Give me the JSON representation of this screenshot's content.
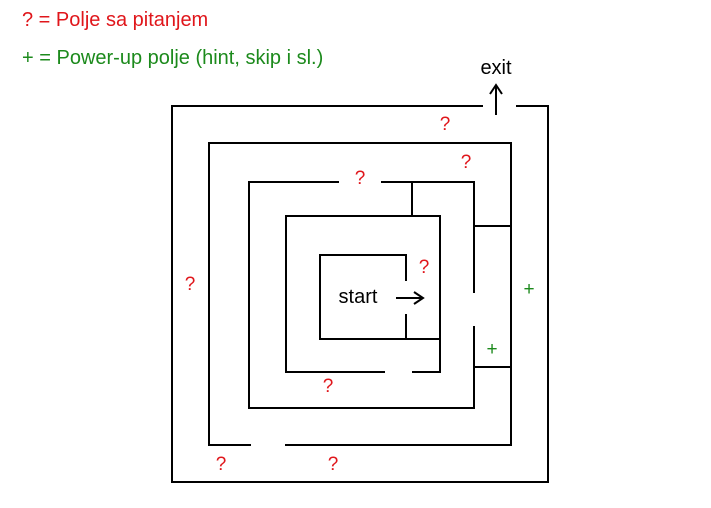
{
  "legend": {
    "question": "? = Polje sa pitanjem",
    "powerup": "+ = Power-up polje (hint, skip i sl.)"
  },
  "labels": {
    "exit": "exit",
    "start": "start"
  },
  "marks": {
    "question_symbol": "?",
    "powerup_symbol": "+"
  },
  "colors": {
    "question": "#e0161b",
    "powerup": "#1c8a1c",
    "wall": "#000000"
  }
}
